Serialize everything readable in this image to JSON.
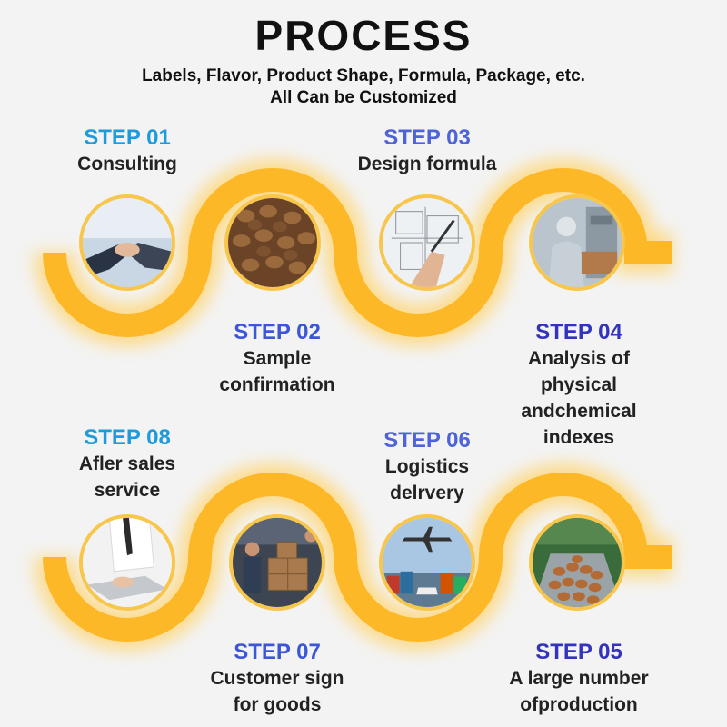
{
  "header": {
    "title": "PROCESS",
    "subtitle_line1": "Labels, Flavor, Product Shape, Formula, Package, etc.",
    "subtitle_line2": "All Can be Customized"
  },
  "colors": {
    "ribbon": "#fdb827",
    "glow": "#ffcf5a",
    "step_light_blue": "#1e9bdc",
    "step_mid_blue": "#4f63d8",
    "step_dark_blue": "#3333bb"
  },
  "steps": [
    {
      "num": "STEP 01",
      "lines": [
        "Consulting"
      ],
      "icon": "handshake-icon"
    },
    {
      "num": "STEP 02",
      "lines": [
        "Sample",
        "confirmation"
      ],
      "icon": "pet-food-kibble-icon"
    },
    {
      "num": "STEP 03",
      "lines": [
        "Design formula"
      ],
      "icon": "blueprint-drawing-icon"
    },
    {
      "num": "STEP 04",
      "lines": [
        "Analysis of",
        "physical",
        "andchemical",
        "indexes"
      ],
      "icon": "lab-worker-icon"
    },
    {
      "num": "STEP 05",
      "lines": [
        "A large number",
        "ofproduction"
      ],
      "icon": "production-conveyor-icon"
    },
    {
      "num": "STEP 06",
      "lines": [
        "Logistics",
        "delrvery"
      ],
      "icon": "airplane-port-icon"
    },
    {
      "num": "STEP 07",
      "lines": [
        "Customer sign",
        "for goods"
      ],
      "icon": "delivery-boxes-icon"
    },
    {
      "num": "STEP 08",
      "lines": [
        "Afler sales",
        "service"
      ],
      "icon": "laptop-service-icon"
    }
  ]
}
